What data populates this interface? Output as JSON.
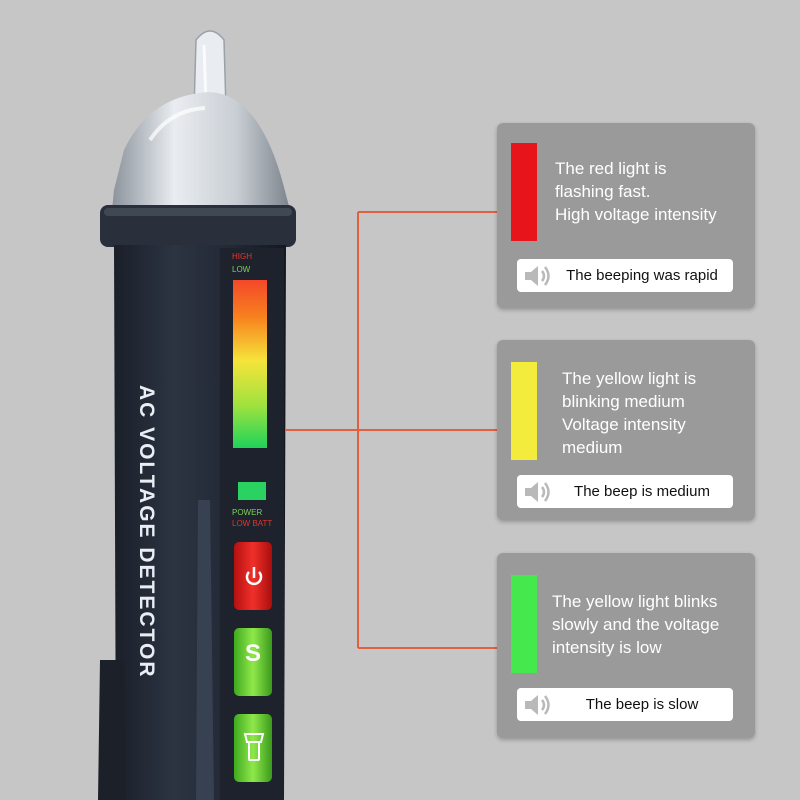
{
  "detector": {
    "side_label": "AC VOLTAGE DETECTOR",
    "indicator_high": "HIGH",
    "indicator_low": "LOW",
    "status_power": "POWER",
    "status_low_batt": "LOW BATT",
    "button_s_label": "S"
  },
  "panels": [
    {
      "color": "#e8141b",
      "lines": [
        "The red light is",
        "flashing fast.",
        "High voltage intensity"
      ],
      "beep": "The beeping was rapid"
    },
    {
      "color": "#f3ec3c",
      "lines": [
        "The yellow light is",
        "blinking medium",
        "Voltage intensity",
        "medium"
      ],
      "beep": "The beep is medium"
    },
    {
      "color": "#45e84d",
      "lines": [
        "The yellow light blinks",
        "slowly and the voltage",
        "intensity is low"
      ],
      "beep": "The beep is slow"
    }
  ],
  "icons": [
    "speaker-icon",
    "power-icon",
    "flashlight-icon"
  ],
  "colors": {
    "background": "#c6c6c6",
    "panel": "#9a9a9a",
    "body": "#252b36",
    "connector": "#e2603f"
  }
}
